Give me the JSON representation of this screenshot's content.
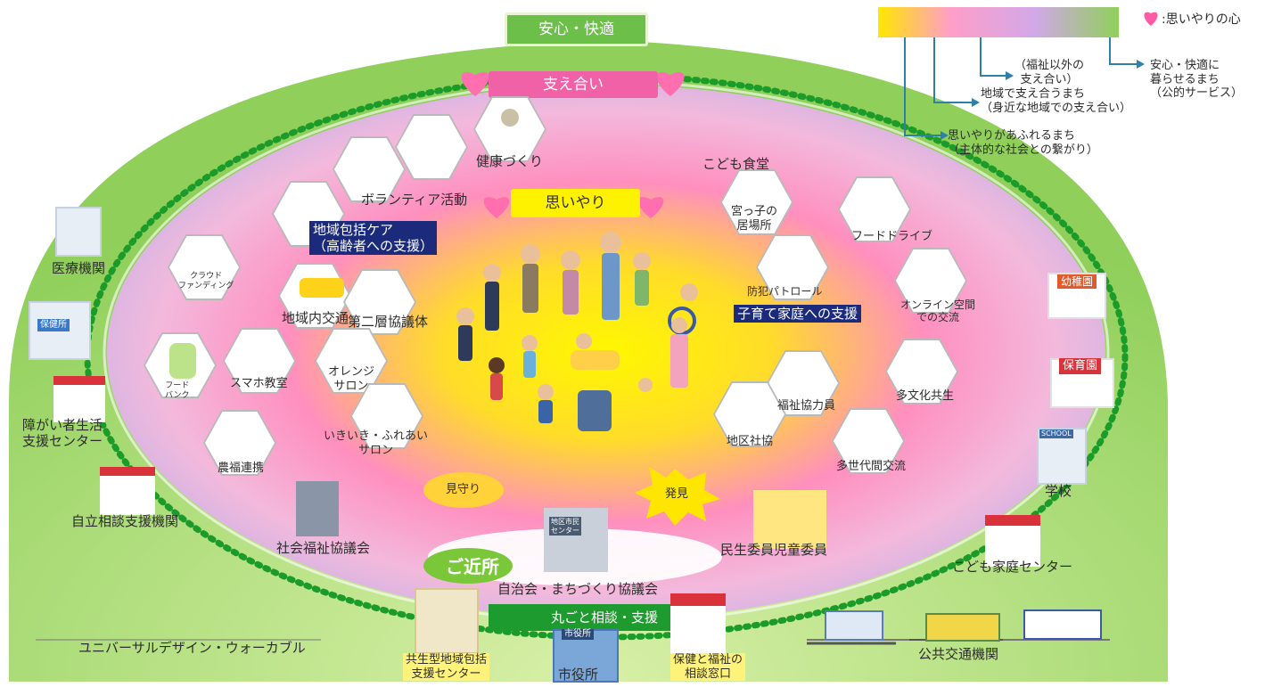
{
  "legend": {
    "heart_label": ":思いやりの心",
    "gradient_colors": [
      "#ffe600",
      "#ff9ec8",
      "#d2a8e8",
      "#8fd05a"
    ],
    "annotations": {
      "ann1": "（福祉以外の\n支え合い）",
      "ann2": "地域で支え合うまち\n（身近な地域での支え合い）",
      "ann3": "思いやりがあふれるまち\n（主体的な社会との繋がり）",
      "ann4": "安心・快適に\n暮らせるまち\n（公的サービス）"
    }
  },
  "banners": {
    "anshin": "安心・快適",
    "sasaeai": "支え合い",
    "omoiyari": "思いやり",
    "marugoto": "丸ごと相談・支援"
  },
  "inner_items": {
    "kenko": "健康づくり",
    "volunteer": "ボランティア活動",
    "chiiki_care": "地域包括ケア\n（高齢者への支援）",
    "crowdfunding": "クラウド\nファンディング",
    "kotsu": "地域内交通",
    "dainisou": "第二層協議体",
    "orange": "オレンジ\nサロン",
    "smaho": "スマホ教室",
    "bank": "フード\nバンク",
    "ikiiki": "いきいき・ふれあい\nサロン",
    "noufuku": "農福連携",
    "kodomo_shokudo": "こども食堂",
    "ibasho": "宮っ子の\n居場所",
    "bohan": "防犯パトロール",
    "kosodate": "子育て家庭への支援",
    "food_drive": "フードドライブ",
    "online": "オンライン空間\nでの交流",
    "tabunka": "多文化共生",
    "fukushi_kyoryoku": "福祉協力員",
    "chiku_shakyo": "地区社協",
    "tasedai": "多世代間交流",
    "shakyo": "社会福祉協議会",
    "mimamori": "見守り",
    "hakken": "発見",
    "gokinjo": "ご近所",
    "jichikai": "自治会・まちづくり協議会",
    "minsei": "民生委員児童委員",
    "center_sign": "地区市民\nセンター"
  },
  "outer_items": {
    "iryo": "医療機関",
    "hokenjo_sign": "保健所",
    "shogai": "障がい者生活\n支援センター",
    "jiritsu": "自立相談支援機関",
    "universal": "ユニバーサルデザイン・ウォーカブル",
    "youchien_sign": "幼稚園",
    "hoikuen_sign": "保育園",
    "school_sign": "SCHOOL",
    "gakko": "学校",
    "kodomo_katei": "こども家庭センター",
    "kokyo_kotsu": "公共交通機関",
    "kyosei": "共生型地域包括\n支援センター",
    "shiyakusho_sign": "市役所",
    "shiyakusho": "市役所",
    "hoken_fukushi": "保健と福祉の\n相談窓口"
  }
}
